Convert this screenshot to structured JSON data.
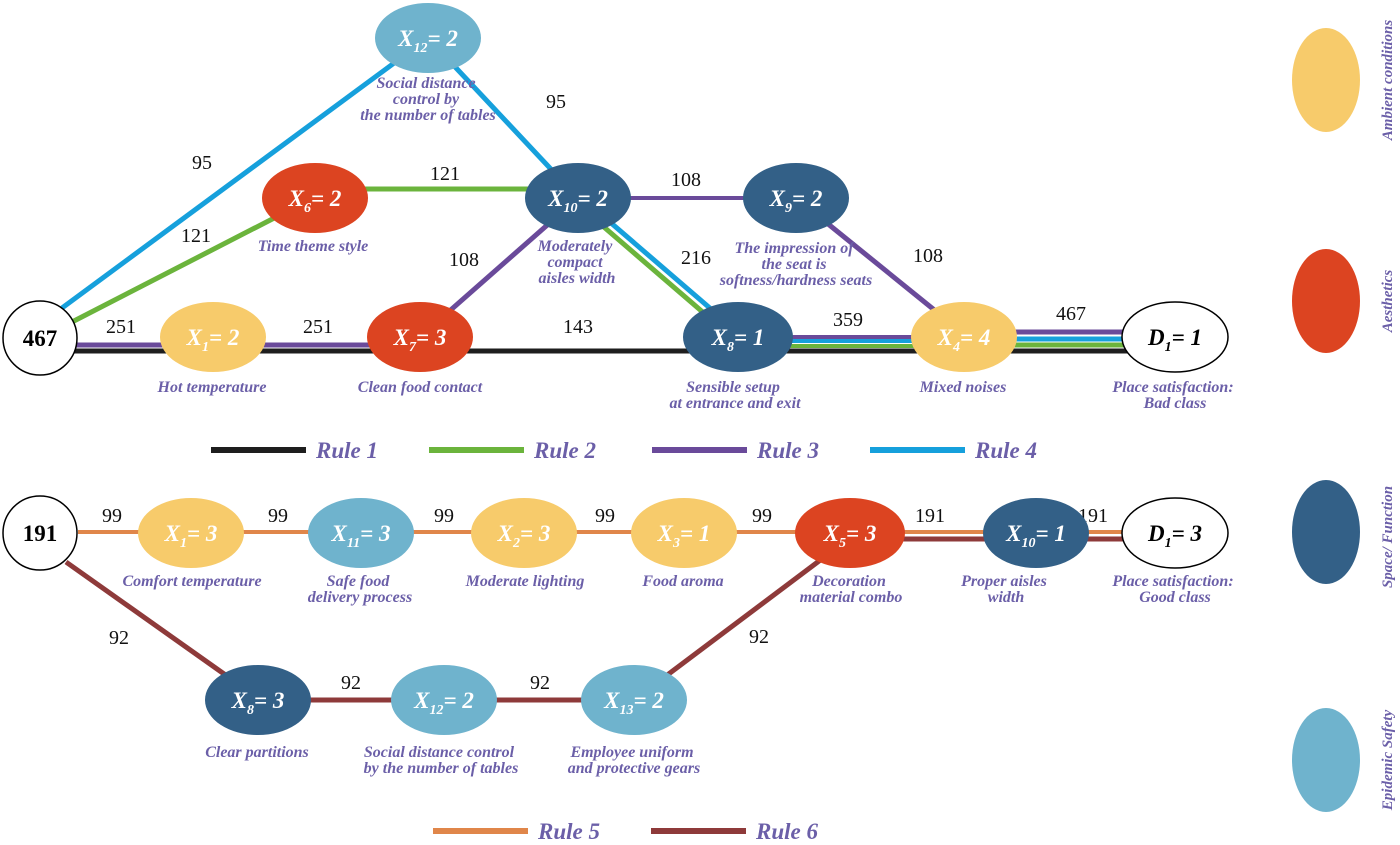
{
  "colors": {
    "rule1": "#1e1e1e",
    "rule2": "#6bb43c",
    "rule3": "#6a4a9a",
    "rule4": "#16a0dc",
    "rule5": "#e0864a",
    "rule6": "#8e3a3a",
    "ambient": "#f7cb6b",
    "aesthetics": "#dc4421",
    "space": "#336087",
    "safety": "#6fb3cd",
    "label": "#6b5fa8"
  },
  "totals": {
    "top": "467",
    "bottom": "191"
  },
  "top_nodes": {
    "x12": {
      "var": "X",
      "sub": "12",
      "val": "2",
      "label": [
        "Social distance",
        "control by",
        "the number of tables"
      ]
    },
    "x6": {
      "var": "X",
      "sub": "6",
      "val": "2",
      "label": [
        "Time theme style"
      ]
    },
    "x10": {
      "var": "X",
      "sub": "10",
      "val": "2",
      "label": [
        "Moderately",
        "compact",
        "aisles width"
      ]
    },
    "x9": {
      "var": "X",
      "sub": "9",
      "val": "2",
      "label": [
        "The impression of",
        "the seat is",
        "softness/hardness seats"
      ]
    },
    "x1": {
      "var": "X",
      "sub": "1",
      "val": "2",
      "label": [
        "Hot temperature"
      ]
    },
    "x7": {
      "var": "X",
      "sub": "7",
      "val": "3",
      "label": [
        "Clean food contact"
      ]
    },
    "x8": {
      "var": "X",
      "sub": "8",
      "val": "1",
      "label": [
        "Sensible setup",
        "at entrance and exit"
      ]
    },
    "x4": {
      "var": "X",
      "sub": "4",
      "val": "4",
      "label": [
        "Mixed noises"
      ]
    },
    "d1": {
      "var": "D",
      "sub": "1",
      "val": "1",
      "label": [
        "Place satisfaction:",
        "Bad class"
      ]
    }
  },
  "bottom_nodes": {
    "x1": {
      "var": "X",
      "sub": "1",
      "val": "3",
      "label": [
        "Comfort temperature"
      ]
    },
    "x11": {
      "var": "X",
      "sub": "11",
      "val": "3",
      "label": [
        "Safe food",
        "delivery process"
      ]
    },
    "x2": {
      "var": "X",
      "sub": "2",
      "val": "3",
      "label": [
        "Moderate lighting"
      ]
    },
    "x3": {
      "var": "X",
      "sub": "3",
      "val": "1",
      "label": [
        "Food aroma"
      ]
    },
    "x5": {
      "var": "X",
      "sub": "5",
      "val": "3",
      "label": [
        "Decoration",
        "material combo"
      ]
    },
    "x10": {
      "var": "X",
      "sub": "10",
      "val": "1",
      "label": [
        "Proper aisles",
        "width"
      ]
    },
    "d1": {
      "var": "D",
      "sub": "1",
      "val": "3",
      "label": [
        "Place satisfaction:",
        "Good class"
      ]
    },
    "x8": {
      "var": "X",
      "sub": "8",
      "val": "3",
      "label": [
        "Clear partitions"
      ]
    },
    "x12": {
      "var": "X",
      "sub": "12",
      "val": "2",
      "label": [
        "Social distance control",
        "by the number of tables"
      ]
    },
    "x13": {
      "var": "X",
      "sub": "13",
      "val": "2",
      "label": [
        "Employee uniform",
        "and protective gears"
      ]
    }
  },
  "edge_values": {
    "t_467_x12": "95",
    "t_x12_x10": "95",
    "t_467_x6": "121",
    "t_x6_x10": "121",
    "t_x7_x10": "108",
    "t_x10_x9": "108",
    "t_x9_x4": "108",
    "t_x10_x8": "216",
    "t_467_x1": "251",
    "t_x1_x7": "251",
    "t_x7_x8": "143",
    "t_x8_x4": "359",
    "t_x4_d1": "467",
    "b_191_x1": "99",
    "b_x1_x11": "99",
    "b_x11_x2": "99",
    "b_x2_x3": "99",
    "b_x3_x5": "99",
    "b_x5_x10": "191",
    "b_x10_d1": "191",
    "b_191_x8": "92",
    "b_x8_x12": "92",
    "b_x12_x13": "92",
    "b_x13_x5": "92"
  },
  "legend_top": [
    "Rule 1",
    "Rule 2",
    "Rule 3",
    "Rule 4"
  ],
  "legend_bottom": [
    "Rule 5",
    "Rule 6"
  ],
  "categories": [
    "Ambient conditions",
    "Aesthetics",
    "Space/ Function",
    "Epidemic Safety"
  ]
}
